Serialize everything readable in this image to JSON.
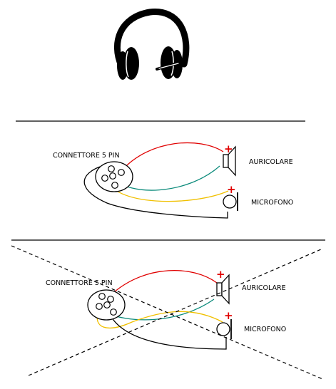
{
  "diagram_1": {
    "connector_label": "CONNETTORE 5 PIN",
    "earphone_label": "AURICOLARE",
    "microphone_label": "MICROFONO",
    "polarity_mark": "+"
  },
  "diagram_2": {
    "connector_label": "CONNETTORE 5 PIN",
    "earphone_label": "AURICOLARE",
    "microphone_label": "MICROFONO",
    "polarity_mark": "+"
  },
  "colors": {
    "earphone_wire": "#e00000",
    "signal_wire": "#0a8a7a",
    "microphone_wire": "#f0c000",
    "ground_wire": "#000000",
    "polarity": "#e00000"
  }
}
